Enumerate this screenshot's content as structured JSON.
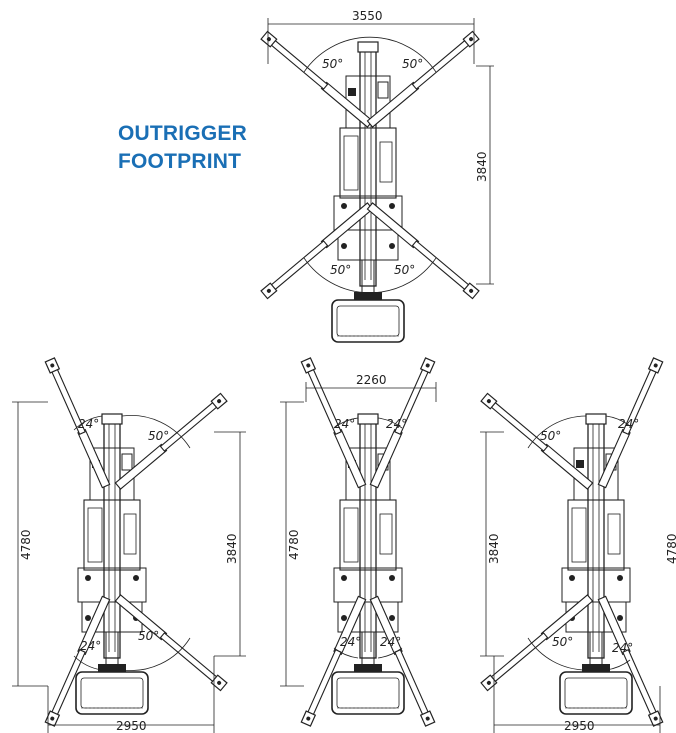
{
  "title": {
    "line1": "OUTRIGGER",
    "line2": "FOOTPRINT"
  },
  "colors": {
    "title": "#1a6fb5",
    "line": "#222222"
  },
  "diagrams": {
    "top": {
      "width": "3550",
      "height": "3840",
      "angle_tl": "50°",
      "angle_tr": "50°",
      "angle_bl": "50°",
      "angle_br": "50°"
    },
    "left": {
      "height_left": "4780",
      "height_right": "3840",
      "bottom_width": "2950",
      "angle_tl": "24°",
      "angle_tr": "50°",
      "angle_bl": "24°",
      "angle_br": "50°"
    },
    "middle": {
      "width": "2260",
      "height_left": "4780",
      "angle_tl": "24°",
      "angle_tr": "24°",
      "angle_bl": "24°",
      "angle_br": "24°"
    },
    "right": {
      "height_left": "3840",
      "height_right": "4780",
      "bottom_width": "2950",
      "angle_tl": "50°",
      "angle_tr": "24°",
      "angle_bl": "50°",
      "angle_br": "24°"
    }
  }
}
